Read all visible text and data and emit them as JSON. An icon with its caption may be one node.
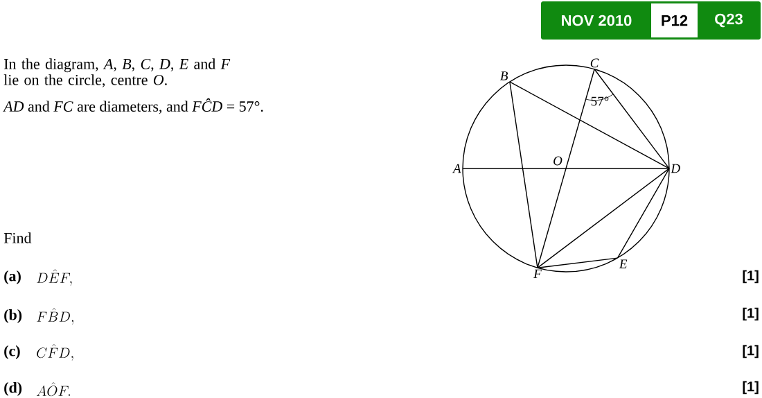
{
  "diagram": {
    "nodes": [
      {
        "text": [
          "A"
        ]
      },
      {
        "text": [
          "B"
        ]
      },
      {
        "text": [
          "C"
        ]
      },
      {
        "text": [
          "D"
        ]
      },
      {
        "text": [
          "E"
        ]
      },
      {
        "text": [
          "F"
        ]
      },
      {
        "text": [
          "NOV 2010"
        ]
      },
      {
        "text": [
          "P12"
        ]
      },
      {
        "text": [
          "Q23"
        ]
      }
    ],
    "edges": [
      {
        "from": 0,
        "to": 3,
        "arrow": "none"
      },
      {
        "from": 5,
        "to": 2,
        "arrow": "none"
      },
      {
        "from": 1,
        "to": 5,
        "arrow": "none"
      },
      {
        "from": 1,
        "to": 3,
        "arrow": "none"
      },
      {
        "from": 2,
        "to": 3,
        "arrow": "none"
      },
      {
        "from": 5,
        "to": 3,
        "arrow": "none"
      },
      {
        "from": 5,
        "to": 4,
        "arrow": "none"
      },
      {
        "from": 4,
        "to": 3,
        "arrow": "none"
      }
    ],
    "labels": [
      "In the diagram, *A*, *B*, *C*, *D*, *E* and *F* lie on the circle, centre *O*.",
      "*AD* and *FC* are diameters, and *FĈD* = 57°.",
      "Find",
      "(a)",
      "D\\hat{E}F,",
      "[1]",
      "(b)",
      "F\\hat{B}D,",
      "[1]",
      "(c)",
      "C\\hat{F}D,",
      "[1]",
      "(d)",
      "A\\hat{O}F.",
      "[1]",
      "O",
      "57°"
    ]
  }
}
